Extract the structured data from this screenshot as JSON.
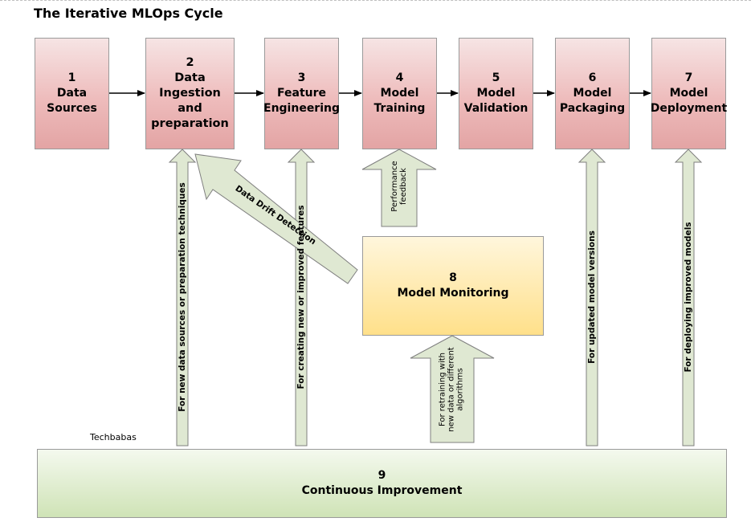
{
  "title": "The Iterative MLOps Cycle",
  "stages": [
    {
      "num": "1",
      "label": "Data\nSources"
    },
    {
      "num": "2",
      "label": "Data\nIngestion and\npreparation"
    },
    {
      "num": "3",
      "label": "Feature\nEngineering"
    },
    {
      "num": "4",
      "label": "Model\nTraining"
    },
    {
      "num": "5",
      "label": "Model\nValidation"
    },
    {
      "num": "6",
      "label": "Model\nPackaging"
    },
    {
      "num": "7",
      "label": "Model\nDeployment"
    }
  ],
  "monitoring": {
    "num": "8",
    "label": "Model Monitoring"
  },
  "improvement": {
    "num": "9",
    "label": "Continuous Improvement"
  },
  "watermark": "Techbabas",
  "arrow_labels": {
    "data_sources": "For new data sources or preparation techniques",
    "features": "For creating new or improved features",
    "drift": "Data Drift Detection",
    "performance": "Performance\nfeedback",
    "retraining": "For retraining with\nnew data or different\nalgorithms",
    "packaging": "For updated model versions",
    "deployment": "For deploying improved models"
  },
  "colors": {
    "stage_fill": "#eebcbc",
    "monitor_fill": "#ffe08a",
    "improve_fill": "#cfe3b6",
    "arrow_fill": "#dfe8d2"
  }
}
